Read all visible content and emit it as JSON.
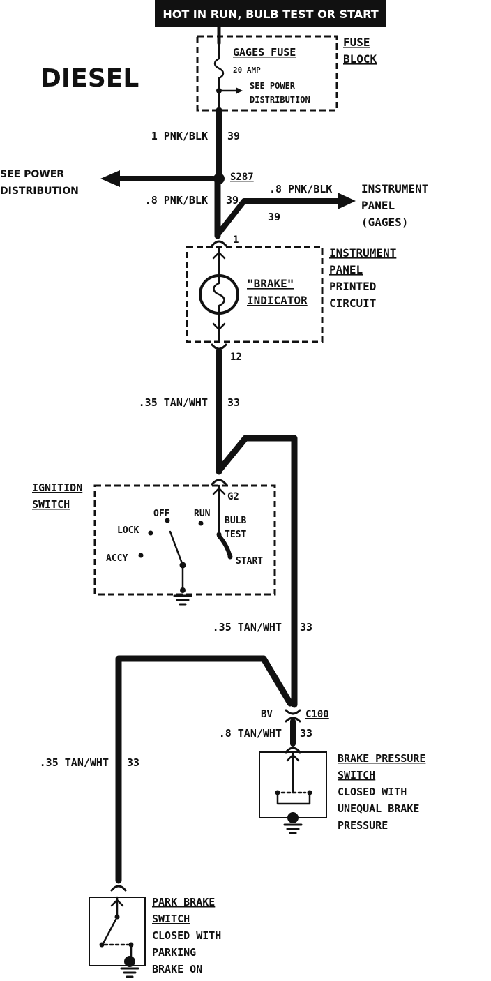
{
  "header": "HOT IN RUN, BULB TEST OR START",
  "title": "DIESEL",
  "fuse_block": {
    "label_line1": "FUSE",
    "label_line2": "BLOCK",
    "fuse_name": "GAGES FUSE",
    "fuse_rating": "20 AMP",
    "see_power_line1": "SEE POWER",
    "see_power_line2": "DISTRIBUTION"
  },
  "wires": {
    "w1_color": "1 PNK/BLK",
    "w1_circuit": "39",
    "splice": "S287",
    "see_power_left_line1": "SEE POWER",
    "see_power_left_line2": "DISTRIBUTION",
    "w2_color": ".8 PNK/BLK",
    "w2_circuit": "39",
    "w3_color": ".8 PNK/BLK",
    "w3_circuit": "39",
    "instrument_line1": "INSTRUMENT",
    "instrument_line2": "PANEL",
    "instrument_line3": "(GAGES)",
    "pin_1": "1",
    "pin_12": "12",
    "w4_color": ".35 TAN/WHT",
    "w4_circuit": "33",
    "w5_color": ".35 TAN/WHT",
    "w5_circuit": "33",
    "w6_color": ".35 TAN/WHT",
    "w6_circuit": "33",
    "w7_color": ".8 TAN/WHT",
    "w7_circuit": "33",
    "connector_bv": "BV",
    "connector_c100": "C100"
  },
  "instrument_panel": {
    "label_line1": "INSTRUMENT",
    "label_line2": "PANEL",
    "label_line3": "PRINTED",
    "label_line4": "CIRCUIT",
    "indicator_line1": "\"BRAKE\"",
    "indicator_line2": "INDICATOR"
  },
  "ignition_switch": {
    "label_line1": "IGNITIDN",
    "label_line2": "SWITCH",
    "pin": "G2",
    "off": "OFF",
    "lock": "LOCK",
    "accy": "ACCY",
    "run": "RUN",
    "bulb": "BULB",
    "test": "TEST",
    "start": "START"
  },
  "brake_pressure_switch": {
    "line1": "BRAKE PRESSURE",
    "line2": "SWITCH",
    "line3": "CLOSED WITH",
    "line4": "UNEQUAL BRAKE",
    "line5": "PRESSURE"
  },
  "park_brake_switch": {
    "line1": "PARK BRAKE",
    "line2": "SWITCH",
    "line3": "CLOSED WITH",
    "line4": "PARKING",
    "line5": "BRAKE ON"
  }
}
